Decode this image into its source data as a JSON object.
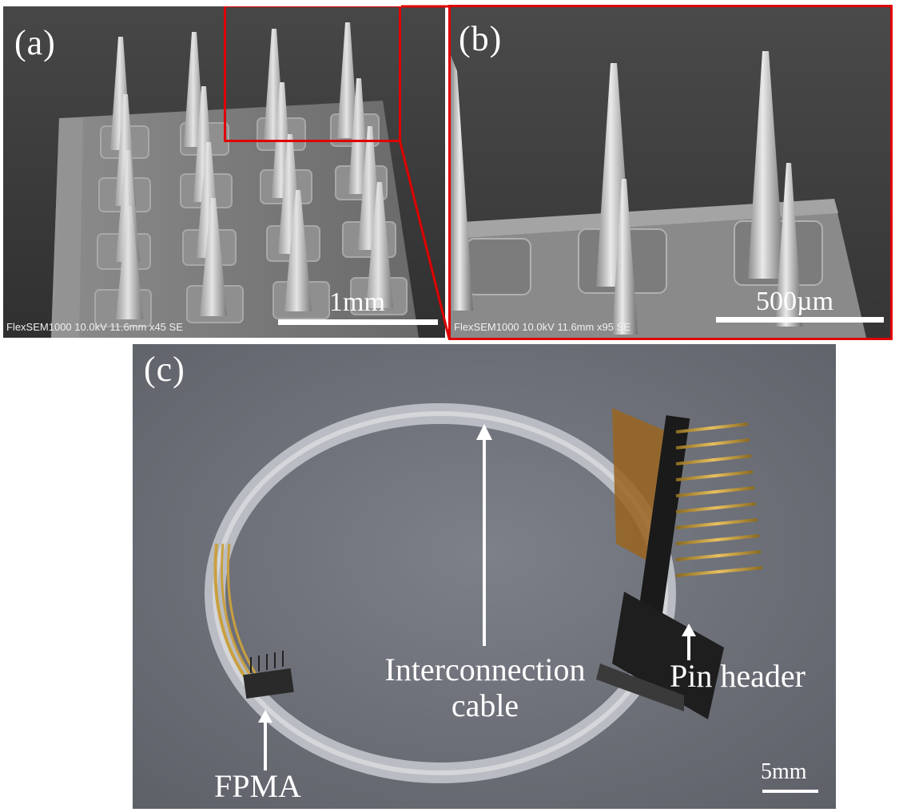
{
  "panel_a": {
    "label": "(a)",
    "scale_text": "1mm",
    "info_text": "FlexSEM1000 10.0kV 11.6mm x45 SE"
  },
  "panel_b": {
    "label": "(b)",
    "scale_text": "500µm",
    "info_text": "FlexSEM1000 10.0kV 11.6mm x95 SE"
  },
  "panel_c": {
    "label": "(c)",
    "annotations": {
      "cable": "Interconnection\ncable",
      "pin_header": "Pin header",
      "fpma": "FPMA"
    },
    "scale_text": "5mm"
  },
  "colors": {
    "highlight_box": "#e00000",
    "annotation_text": "#ffffff"
  }
}
